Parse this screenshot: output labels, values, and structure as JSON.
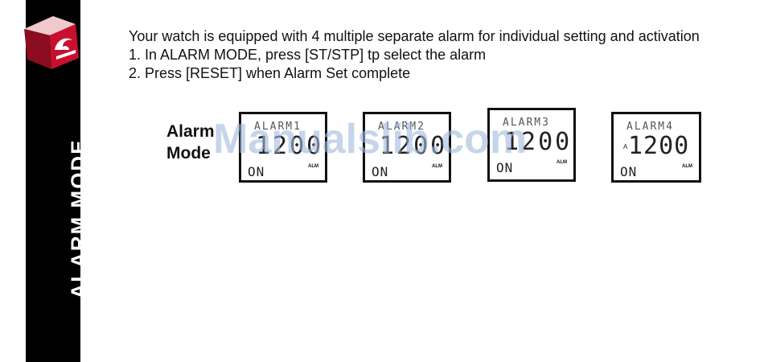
{
  "sidebar": {
    "title": "ALARM MODE"
  },
  "intro": {
    "line1": "Your watch is equipped with 4 multiple separate alarm for individual setting and activation",
    "step1": "1. In ALARM MODE, press [ST/STP] tp select the alarm",
    "step2": "2. Press [RESET] when Alarm Set complete"
  },
  "alarm_label": {
    "line1": "Alarm",
    "line2": "Mode"
  },
  "lcd_screens": [
    {
      "top": "ALARM1",
      "time": "1200",
      "status": "ON",
      "indicator": "ALM"
    },
    {
      "top": "ALARM2",
      "time": "1200",
      "status": "ON",
      "indicator": "ALM"
    },
    {
      "top": "ALARM3",
      "time": "1200",
      "status": "ON",
      "indicator": "ALM"
    },
    {
      "top": "ALARM4",
      "time": "1200",
      "status": "ON",
      "indicator": "ALM",
      "marker": "A"
    }
  ],
  "watermark": {
    "text": "Manualslib.com"
  },
  "colors": {
    "sidebar": "#000000",
    "logo_red": "#c8102e",
    "text": "#111111"
  },
  "icons": {
    "logo": "quiksilver-logo-icon",
    "alarm_marker": "alarm-marker-icon"
  }
}
